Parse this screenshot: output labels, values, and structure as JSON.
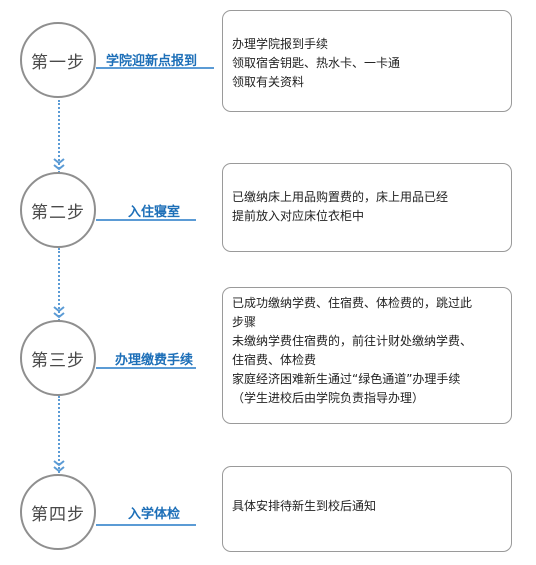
{
  "steps": [
    {
      "label": "第一步",
      "title": "学院迎新点报到",
      "details": [
        "办理学院报到手续",
        "领取宿舍钥匙、热水卡、一卡通",
        "领取有关资料"
      ]
    },
    {
      "label": "第二步",
      "title": "入住寝室",
      "details": [
        "已缴纳床上用品购置费的，床上用品已经",
        "提前放入对应床位衣柜中"
      ]
    },
    {
      "label": "第三步",
      "title": "办理缴费手续",
      "details": [
        "已成功缴纳学费、住宿费、体检费的，跳过此",
        "步骤",
        "未缴纳学费住宿费的，前往计财处缴纳学费、",
        "住宿费、体检费",
        "家庭经济困难新生通过“绿色通道”办理手续",
        "（学生进校后由学院负责指导办理）"
      ]
    },
    {
      "label": "第四步",
      "title": "入学体检",
      "details": [
        "具体安排待新生到校后通知"
      ]
    }
  ],
  "colors": {
    "accent": "#1d6fb8",
    "line": "#5b9bd5",
    "circle_border": "#8f8f8f",
    "box_border": "#9a9a9a"
  }
}
